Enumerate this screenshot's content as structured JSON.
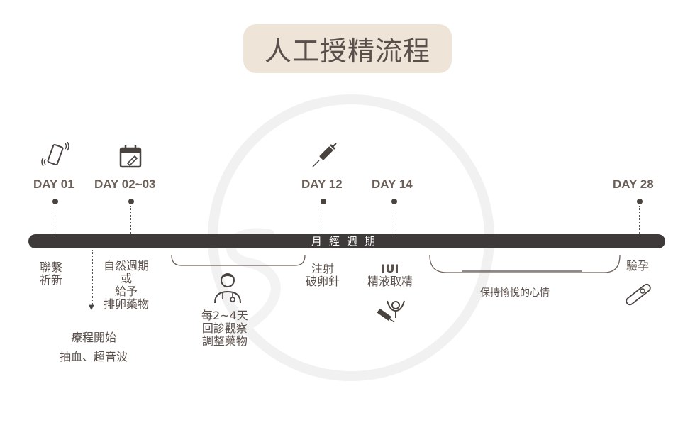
{
  "title": "人工授精流程",
  "bar_label": "月經週期",
  "days": [
    {
      "id": "d1",
      "label": "DAY 01",
      "icon": "phone-icon"
    },
    {
      "id": "d2",
      "label": "DAY 02~03",
      "icon": "calendar-icon"
    },
    {
      "id": "d12",
      "label": "DAY 12",
      "icon": "syringe-icon"
    },
    {
      "id": "d14",
      "label": "DAY 14"
    },
    {
      "id": "d28",
      "label": "DAY 28"
    }
  ],
  "notes": {
    "contact": [
      "聯繫",
      "祈新"
    ],
    "treatment_start": [
      "療程開始",
      "抽血、超音波"
    ],
    "natural_cycle": [
      "自然週期",
      "或",
      "給予",
      "排卵藥物"
    ],
    "revisit": [
      "每2~4天",
      "回診觀察",
      "調整藥物"
    ],
    "injection": [
      "注射",
      "破卵針"
    ],
    "iui": [
      "IUI",
      "精液取精"
    ],
    "mood": "保持愉悅的心情",
    "pregnancy_test": "驗孕"
  },
  "icons": [
    "phone-icon",
    "calendar-icon",
    "syringe-icon",
    "doctor-icon",
    "uterus-icon",
    "pregnancy-test-icon"
  ],
  "colors": {
    "bar": "#3e3a39",
    "title_bg": "#efe4d8",
    "text": "#5a4f4a"
  }
}
